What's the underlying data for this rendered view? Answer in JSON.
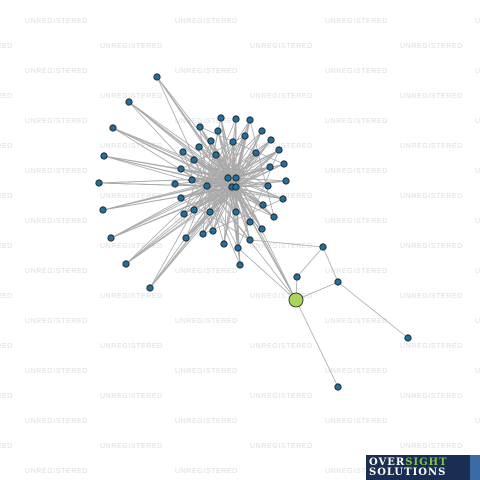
{
  "watermark_text": "UNREGISTERED",
  "logo": {
    "line1_a": "OVER",
    "line1_b": "SIGHT",
    "line2": "SOLUTIONS"
  },
  "colors": {
    "node_default": "#1f6e9e",
    "node_highlight": "#a8d65a",
    "node_stroke": "#1a1a1a",
    "edge": "#a9a9a9",
    "logo_bg": "#1a2d52",
    "logo_accent": "#7fc34a"
  },
  "network": {
    "node_count": 56,
    "highlighted_node": "focus-node"
  }
}
